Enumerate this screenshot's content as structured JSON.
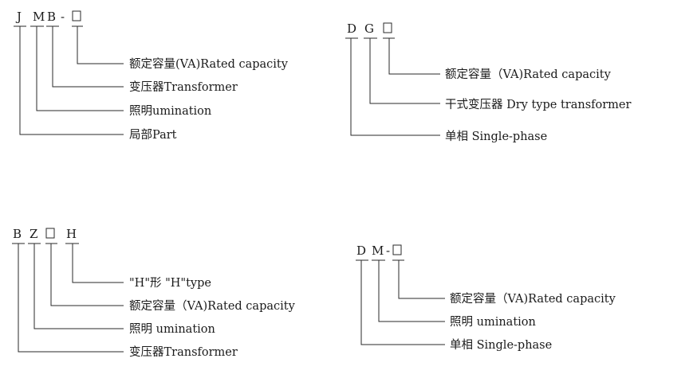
{
  "diagrams": [
    {
      "code": [
        "J",
        "M",
        "B",
        "-",
        "□"
      ],
      "descriptions": [
        "额定容量(VA)Rated capacity",
        "变压器Transformer",
        "照明umination",
        "局部Part"
      ]
    },
    {
      "code": [
        "D",
        "G",
        "□"
      ],
      "descriptions": [
        "额定容量（VA)Rated capacity",
        "干式变压器 Dry type transformer",
        "单相 Single-phase"
      ]
    },
    {
      "code": [
        "B",
        "Z",
        "□",
        "H"
      ],
      "descriptions": [
        "\"H\"形 \"H\"type",
        "额定容量（VA)Rated capacity",
        "照明 umination",
        "变压器Transformer"
      ]
    },
    {
      "code": [
        "D",
        "M",
        "-",
        "□"
      ],
      "descriptions": [
        "额定容量（VA)Rated capacity",
        "照明 umination",
        "单相 Single-phase"
      ]
    }
  ]
}
